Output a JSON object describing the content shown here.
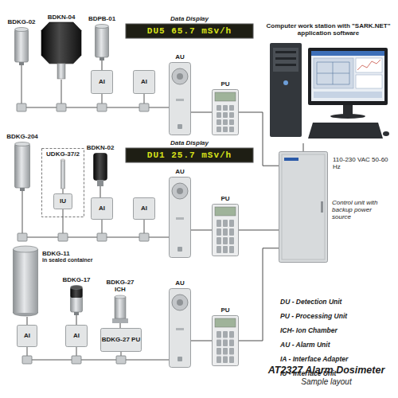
{
  "diagram": {
    "title": "AT2327 Alarm Dosimeter",
    "caption": "Sample layout",
    "nodes": [
      {
        "text": [
          "BDKG-02"
        ]
      },
      {
        "text": [
          "BDKN-04"
        ]
      },
      {
        "text": [
          "BDPB-01"
        ]
      },
      {
        "text": [
          "Data Display",
          "DU5 65.7 mSv/h"
        ]
      },
      {
        "text": [
          "AI"
        ]
      },
      {
        "text": [
          "AI"
        ]
      },
      {
        "text": [
          "AU"
        ]
      },
      {
        "text": [
          "PU"
        ]
      },
      {
        "text": [
          "Computer work station with \"SARK.NET\" application software"
        ]
      },
      {
        "text": [
          "BDKG-204"
        ]
      },
      {
        "text": [
          "UDKG-37/2"
        ]
      },
      {
        "text": [
          "IU"
        ],
        "in": 10
      },
      {
        "text": [
          "BDKN-02"
        ]
      },
      {
        "text": [
          "Data Display",
          "DU1 25.7 mSv/h"
        ]
      },
      {
        "text": [
          "AI"
        ]
      },
      {
        "text": [
          "AI"
        ]
      },
      {
        "text": [
          "AU"
        ]
      },
      {
        "text": [
          "PU"
        ]
      },
      {
        "text": [
          "Control unit with backup power source"
        ]
      },
      {
        "text": [
          "BDKG-11",
          "in sealed container"
        ]
      },
      {
        "text": [
          "BDKG-17"
        ]
      },
      {
        "text": [
          "BDKG-27 ICH"
        ]
      },
      {
        "text": [
          "AI"
        ]
      },
      {
        "text": [
          "AI"
        ]
      },
      {
        "text": [
          "BDKG-27 PU"
        ]
      },
      {
        "text": [
          "AU"
        ]
      },
      {
        "text": [
          "PU"
        ]
      }
    ],
    "edges": [
      {
        "from": 6,
        "to": 7,
        "arrow": "none"
      },
      {
        "from": 7,
        "to": 18,
        "arrow": "none"
      },
      {
        "from": 16,
        "to": 17,
        "arrow": "none"
      },
      {
        "from": 17,
        "to": 18,
        "arrow": "none"
      },
      {
        "from": 25,
        "to": 26,
        "arrow": "none"
      },
      {
        "from": 26,
        "to": 18,
        "arrow": "none"
      },
      {
        "from": 18,
        "to": 8,
        "arrow": "none"
      },
      {
        "from": 2,
        "to": 4,
        "arrow": "none"
      },
      {
        "from": 12,
        "to": 14,
        "arrow": "none"
      },
      {
        "from": 19,
        "to": 22,
        "arrow": "none"
      },
      {
        "from": 20,
        "to": 23,
        "arrow": "none"
      },
      {
        "from": 21,
        "to": 24,
        "arrow": "none"
      }
    ],
    "labels": [
      "110-230 VAC 50-60 Hz"
    ],
    "legend": [
      {
        "text": "DU - Detection Unit"
      },
      {
        "text": "PU - Processing Unit"
      },
      {
        "text": "ICH- Ion Chamber"
      },
      {
        "text": "AU - Alarm Unit"
      },
      {
        "text": "IA - Interface Adapter"
      },
      {
        "text": "IU - Interface Unit"
      }
    ]
  }
}
